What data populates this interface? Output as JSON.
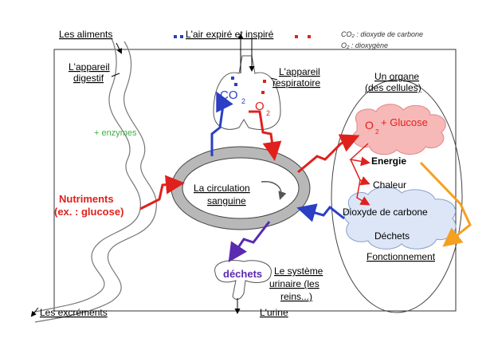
{
  "labels": {
    "aliments": "Les aliments",
    "air": "L'air expiré et inspiré",
    "legend_co2": "CO₂ : dioxyde de carbone",
    "legend_o2": "O₂ : dioxygène",
    "appareil_digestif_1": "L'appareil",
    "appareil_digestif_2": "digestif",
    "appareil_resp_1": "L'appareil",
    "appareil_resp_2": "respiratoire",
    "organe_1": "Un organe",
    "organe_2": "(des cellules)",
    "enzymes": "+ enzymes",
    "nutriments_1": "Nutriments",
    "nutriments_2": "(ex. : glucose)",
    "circulation_1": "La circulation",
    "circulation_2": "sanguine",
    "co2_lung": "CO",
    "co2_sub": "2",
    "o2_lung": "O",
    "o2_sub": "2",
    "o2_glucose_o": "O",
    "o2_glucose_sub": "2",
    "o2_glucose_rest": "+ Glucose",
    "energie": "Energie",
    "chaleur": "Chaleur",
    "dioxyde": "Dioxyde de carbone",
    "dechets_organ": "Déchets",
    "fonctionnement": "Fonctionnement",
    "dechets_kidney": "déchets",
    "urinaire_1": "Le système",
    "urinaire_2": "urinaire (les",
    "urinaire_3": "reins...)",
    "excrements": "Les excréments",
    "urine": "L'urine"
  },
  "colors": {
    "red": "#e0201c",
    "blue": "#2a3fc4",
    "orange": "#f5a01e",
    "purple": "#5a2ab0",
    "green": "#3cb043",
    "ring": "#b8b8b8",
    "glucose_cloud": "#f7b8b8",
    "co2_cloud": "#dce6f7"
  }
}
